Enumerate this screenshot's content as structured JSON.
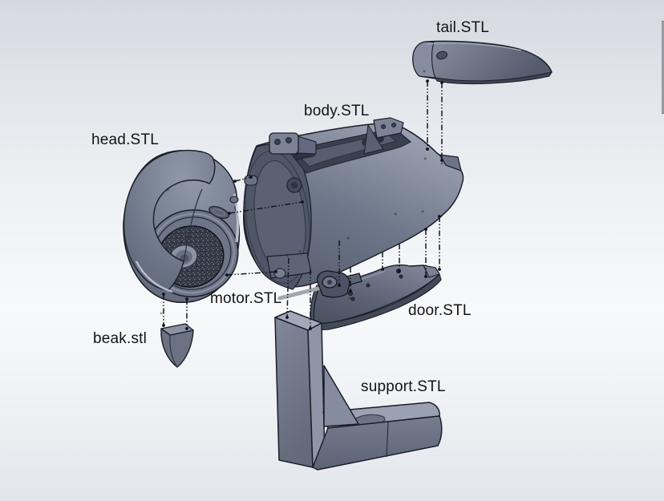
{
  "labels": {
    "tail": "tail.STL",
    "body": "body.STL",
    "head": "head.STL",
    "motor": "motor.STL",
    "beak": "beak.stl",
    "door": "door.STL",
    "support": "support.STL"
  },
  "colors": {
    "background_top": "#d5d9e0",
    "background_middle": "#f8f9fb",
    "background_bottom": "#e2e5ea",
    "part_light": "#99a1b2",
    "part_mid": "#6e7689",
    "part_dark": "#4d5466",
    "part_interior": "#3c4250",
    "edge_outline": "#1b1e26",
    "explode_line": "#14161c",
    "motor_leader": "#a3a6ab",
    "label_text": "#141414"
  }
}
